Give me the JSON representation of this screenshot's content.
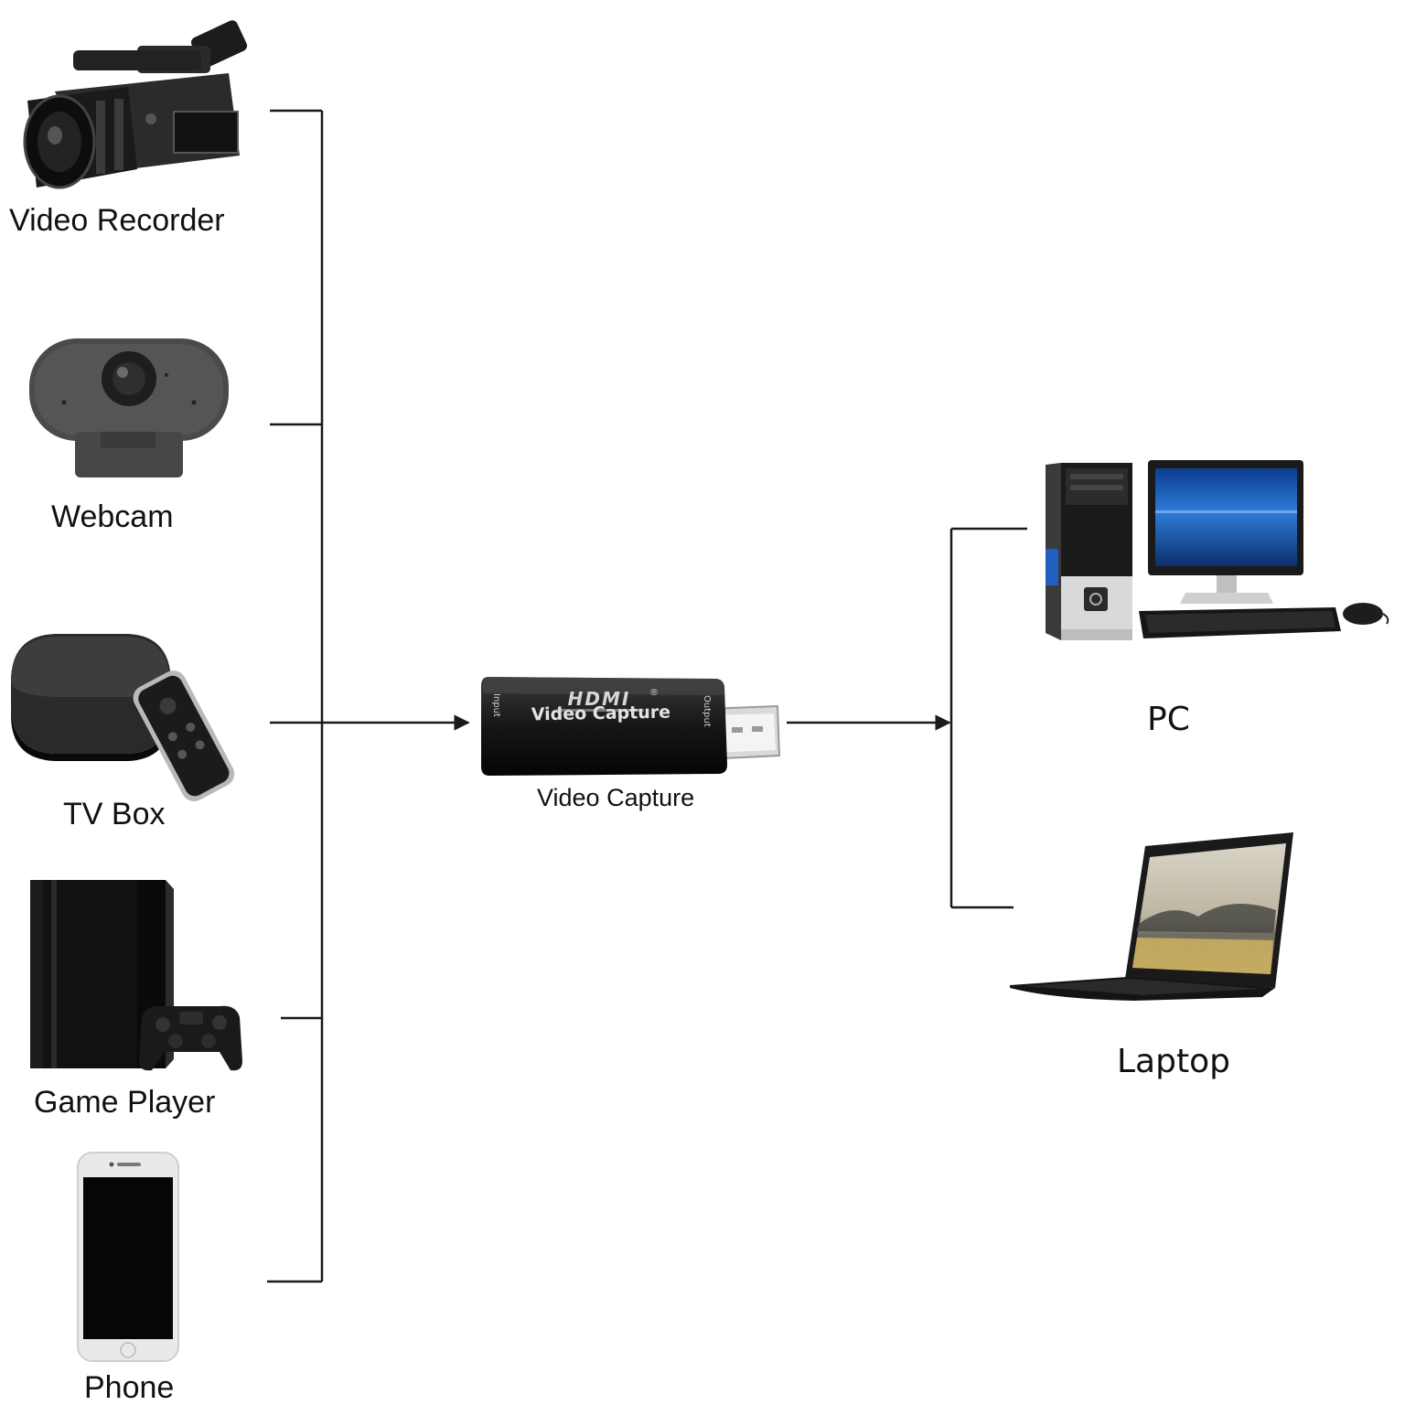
{
  "sources": [
    {
      "id": "video-recorder",
      "label": "Video Recorder",
      "icon": "video-camera-icon"
    },
    {
      "id": "webcam",
      "label": "Webcam",
      "icon": "webcam-icon"
    },
    {
      "id": "tv-box",
      "label": "TV Box",
      "icon": "tv-box-icon"
    },
    {
      "id": "game-player",
      "label": "Game Player",
      "icon": "game-console-icon"
    },
    {
      "id": "phone",
      "label": "Phone",
      "icon": "smartphone-icon"
    }
  ],
  "device": {
    "label": "Video Capture",
    "brand": "HDMI",
    "brand_mark": "®",
    "face_text": "Video Capture",
    "input_label": "Input",
    "output_label": "Output",
    "icon": "hdmi-capture-dongle-icon"
  },
  "targets": [
    {
      "id": "pc",
      "label": "PC",
      "icon": "desktop-pc-icon"
    },
    {
      "id": "laptop",
      "label": "Laptop",
      "icon": "laptop-icon"
    }
  ],
  "colors": {
    "line": "#1a1a1a",
    "device_body": "#141414",
    "screen_blue": "#1f5fb0",
    "background": "#ffffff"
  }
}
